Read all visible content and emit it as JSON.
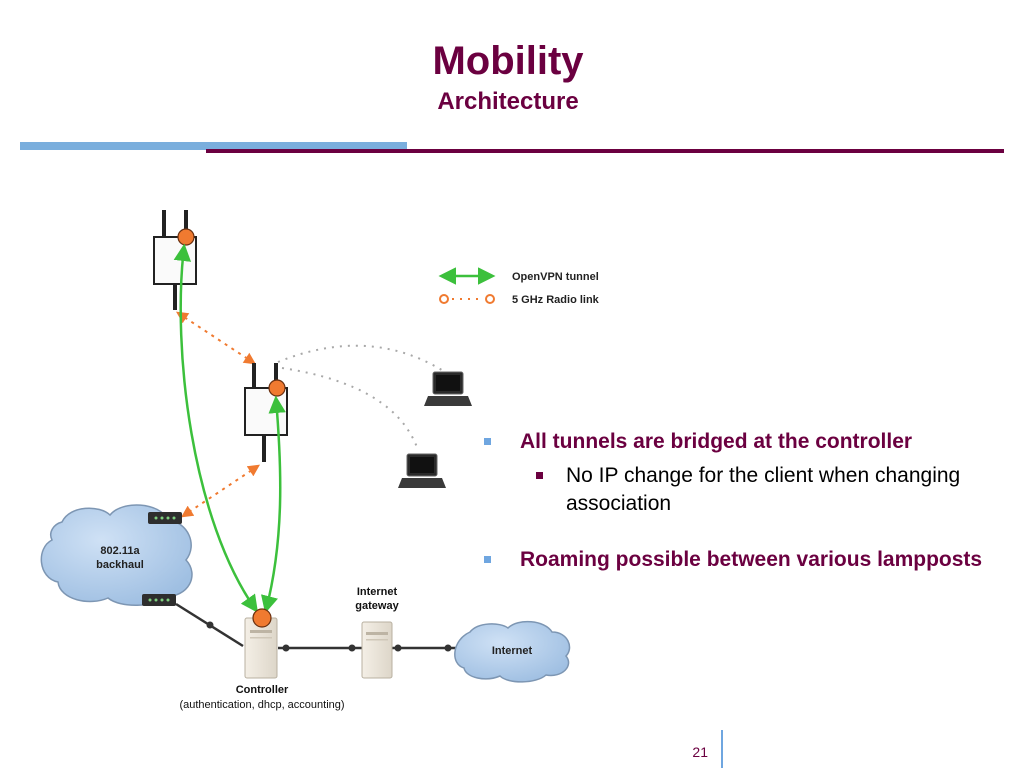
{
  "slide": {
    "title": "Mobility",
    "subtitle": "Architecture",
    "page_number": "21"
  },
  "legend": {
    "tunnel_label": "OpenVPN tunnel",
    "radio_label": "5 GHz Radio link"
  },
  "diagram": {
    "backhaul_label_line1": "802.11a",
    "backhaul_label_line2": "backhaul",
    "gateway_label_line1": "Internet",
    "gateway_label_line2": "gateway",
    "internet_label": "Internet",
    "controller_label": "Controller",
    "controller_sublabel": "(authentication, dhcp, accounting)"
  },
  "bullets": [
    {
      "text": "All tunnels are bridged at the controller",
      "sub": [
        "No IP change for the client when changing association"
      ]
    },
    {
      "text": "Roaming possible between various lampposts",
      "sub": []
    }
  ],
  "colors": {
    "title": "#6b0040",
    "accent_blue": "#7aaedd",
    "tunnel_green": "#3cc03c",
    "radio_orange": "#f07a30"
  }
}
